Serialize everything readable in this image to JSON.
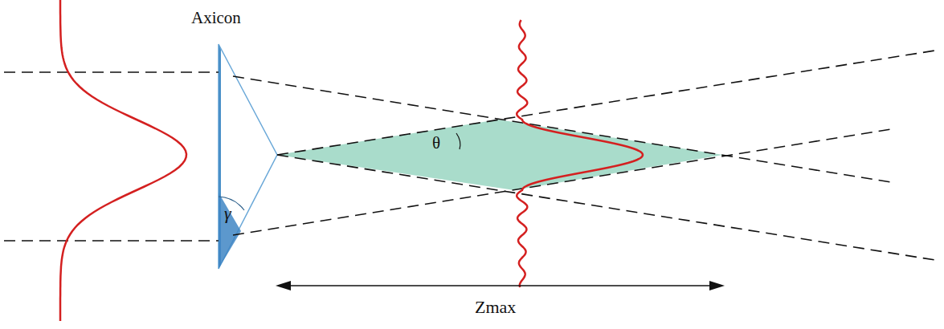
{
  "diagram": {
    "labels": [
      "Axicon",
      "γ",
      "θ",
      "Zmax"
    ]
  }
}
